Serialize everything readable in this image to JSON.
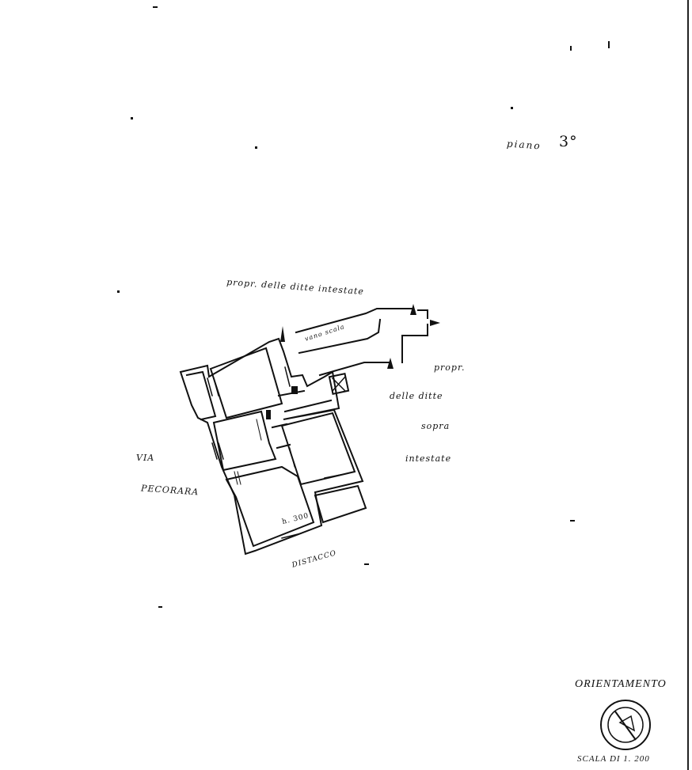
{
  "floor": {
    "label": "piano",
    "number": "3°"
  },
  "neighbor_top": "propr. delle ditte intestate",
  "neighbor_right": [
    "propr.",
    "delle ditte",
    "sopra",
    "intestate"
  ],
  "street": [
    "VIA",
    "PECORARA"
  ],
  "distacco": "DISTACCO",
  "stair": "vano scala",
  "height": "h. 300",
  "orientation": {
    "title": "ORIENTAMENTO",
    "icon": "compass-icon"
  },
  "scale": "SCALA DI 1. 200",
  "colors": {
    "ink": "#111111",
    "paper": "#ffffff"
  }
}
